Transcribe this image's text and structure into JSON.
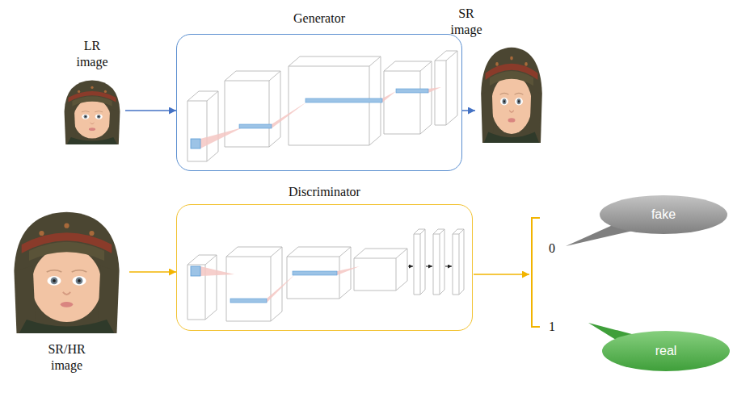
{
  "diagram": {
    "nodes": [
      {
        "text": [
          "LR image"
        ]
      },
      {
        "text": [
          "Generator"
        ]
      },
      {
        "text": [
          "SR image"
        ]
      },
      {
        "text": [
          "SR/HR image"
        ]
      },
      {
        "text": [
          "Discriminator"
        ]
      },
      {
        "text": [
          "fake"
        ]
      },
      {
        "text": [
          "real"
        ]
      }
    ],
    "edges": [
      {
        "from": 0,
        "to": 1,
        "arrow": "to"
      },
      {
        "from": 1,
        "to": 2,
        "arrow": "to"
      },
      {
        "from": 3,
        "to": 4,
        "arrow": "to"
      }
    ],
    "labels": [
      "0",
      "1"
    ]
  }
}
